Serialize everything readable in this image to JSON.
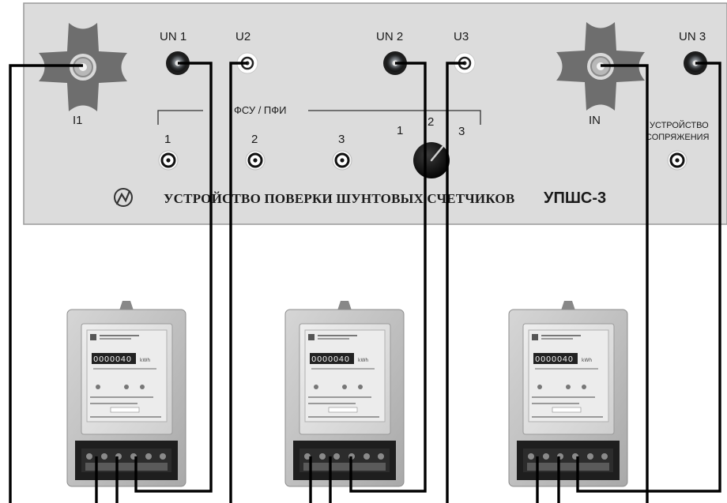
{
  "panel": {
    "title": "УСТРОЙСТВО ПОВЕРКИ ШУНТОВЫХ СЧЕТЧИКОВ",
    "model": "УПШС-3",
    "terminals": {
      "i1": "I1",
      "in": "IN",
      "un1": "UN 1",
      "u2": "U2",
      "un2": "UN 2",
      "u3": "U3",
      "un3": "UN 3"
    },
    "fsu_label": "ФСУ / ПФИ",
    "fsu_connectors": [
      "1",
      "2",
      "3"
    ],
    "switch_positions": [
      "1",
      "2",
      "3"
    ],
    "interface_label": [
      "УСТРОЙСТВО",
      "СОПРЯЖЕНИЯ"
    ]
  },
  "meters": [
    {
      "serial": "0000040",
      "unit": "kWh"
    },
    {
      "serial": "0000040",
      "unit": "kWh"
    },
    {
      "serial": "0000040",
      "unit": "kWh"
    }
  ],
  "colors": {
    "panel": "#dcdcdc",
    "panel_border": "#9a9a9a",
    "star": "#6e6e6e",
    "wire": "#000000",
    "meter_body": "#c4c4c4",
    "meter_dark": "#1e1e1e"
  }
}
